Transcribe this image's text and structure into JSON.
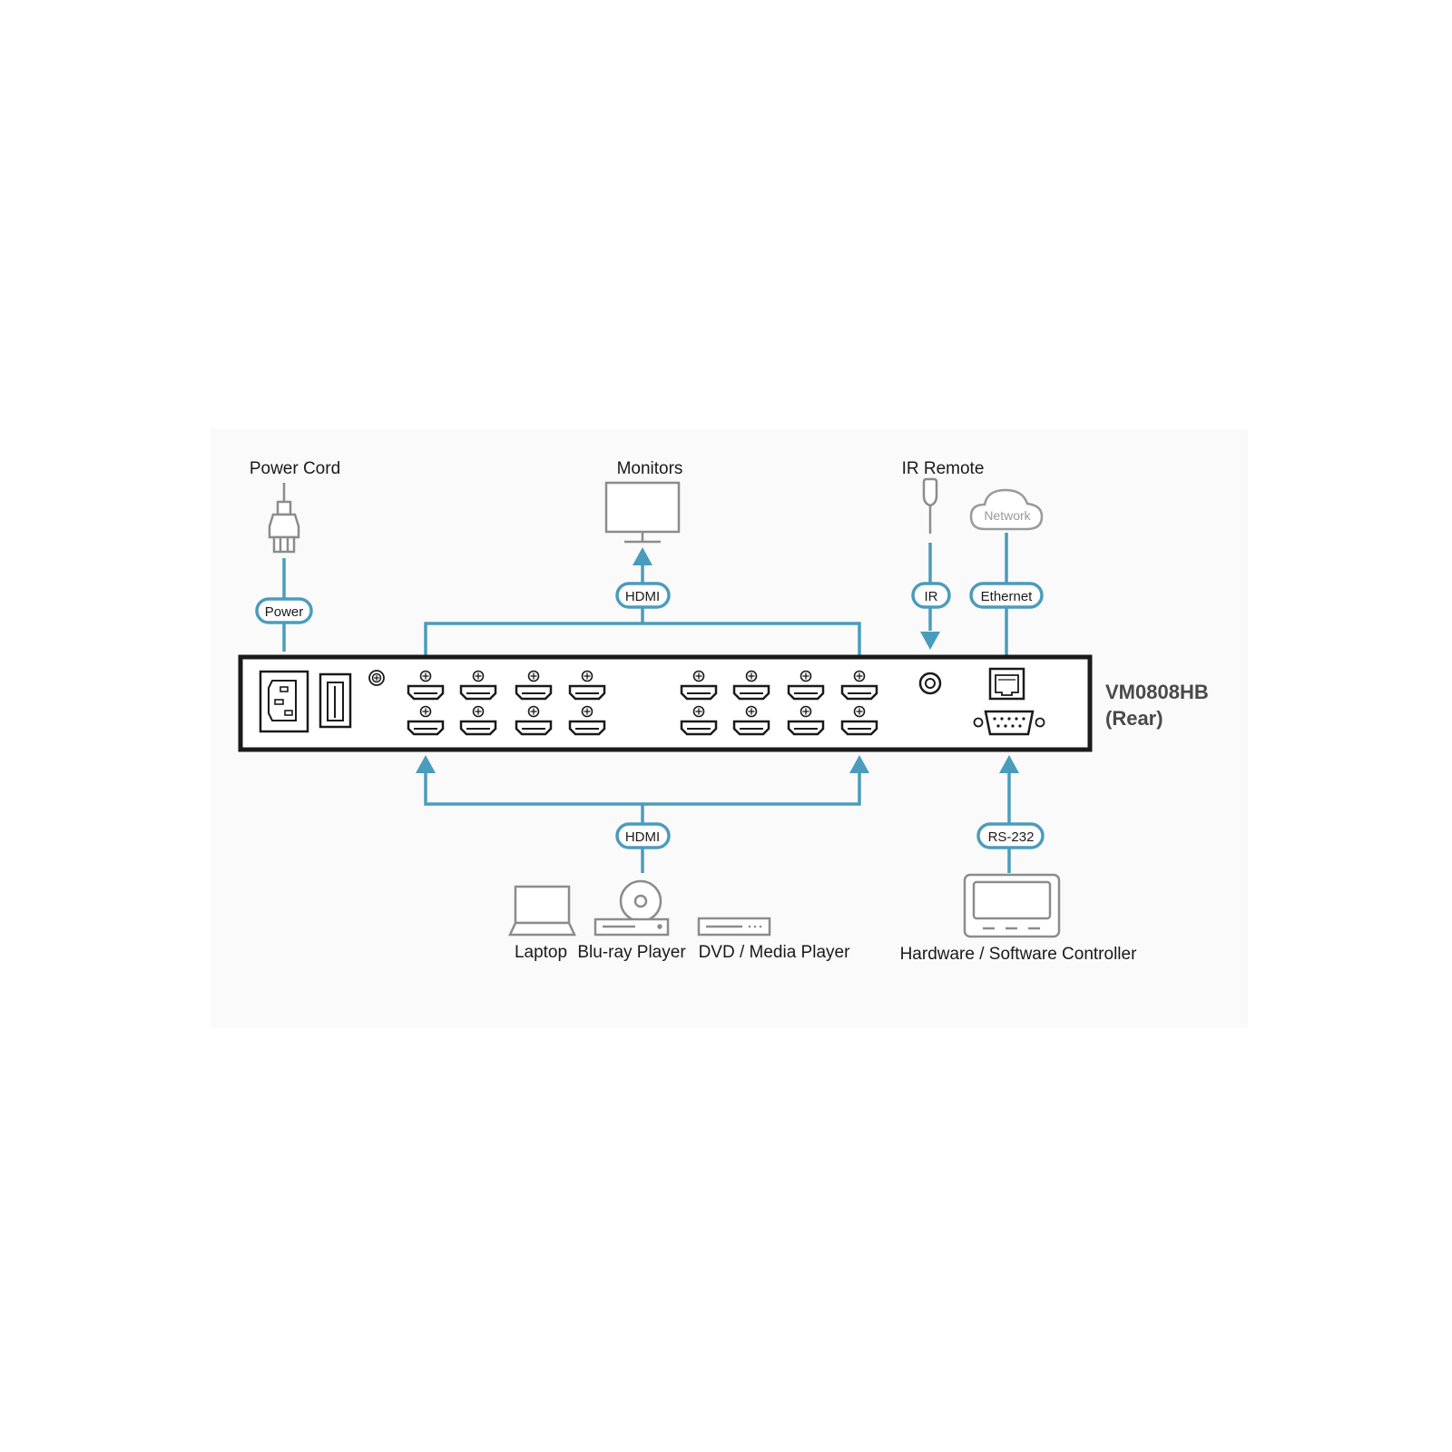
{
  "labels": {
    "power_cord": "Power Cord",
    "monitors": "Monitors",
    "ir_remote": "IR Remote",
    "network": "Network",
    "laptop": "Laptop",
    "bluray_player": "Blu-ray Player",
    "dvd_media_player": "DVD / Media Player",
    "controller": "Hardware / Software Controller"
  },
  "pills": {
    "power": "Power",
    "hdmi_out": "HDMI",
    "ir": "IR",
    "ethernet": "Ethernet",
    "hdmi_in": "HDMI",
    "rs232": "RS-232"
  },
  "device": {
    "model": "VM0808HB",
    "view": "(Rear)"
  },
  "icons": {
    "power_plug": "plug-icon",
    "monitor": "monitor-icon",
    "ir_remote": "remote-sensor-icon",
    "network": "cloud-icon",
    "laptop": "laptop-icon",
    "bluray": "disc-player-icon",
    "dvd": "media-player-icon",
    "controller": "touch-panel-icon"
  },
  "colors": {
    "connector": "#4a9cbc",
    "device_outline": "#1a1a1a",
    "icon_gray": "#8c8c8c",
    "panel_bg": "#fafafa"
  }
}
